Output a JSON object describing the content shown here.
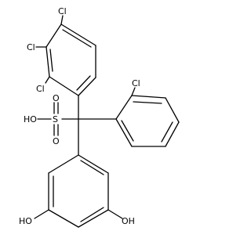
{
  "molecule": {
    "atom_labels": {
      "cl1": "Cl",
      "cl2": "Cl",
      "cl3": "Cl",
      "cl4": "Cl",
      "sulfur": "S",
      "oxygen_top": "O",
      "oxygen_bottom": "O",
      "hydroxyl_sulfonic": "HO",
      "hydroxyl_left": "HO",
      "hydroxyl_right": "OH"
    }
  }
}
